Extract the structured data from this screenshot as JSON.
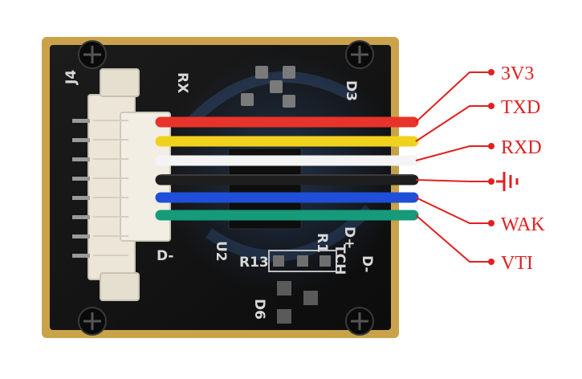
{
  "colors": {
    "board": "#141414",
    "board_edge": "#c9a24a",
    "connector": "#ece6d8",
    "callout": "#e02020",
    "wire_red": "#e8332b",
    "wire_yellow": "#f0d21e",
    "wire_white": "#f4f4f4",
    "wire_black": "#1e1e1e",
    "wire_blue": "#1f4fd8",
    "wire_green": "#159a7a"
  },
  "silkscreen": {
    "rx": "RX",
    "j4": "J4",
    "d3": "D3",
    "u2": "U2",
    "r13": "R13",
    "r1": "R1",
    "tch": "TCH",
    "dplus": "D+",
    "dminus_left": "D-",
    "dminus_right": "D-",
    "d6": "D6"
  },
  "pins": [
    {
      "label": "3V3",
      "wire": "red"
    },
    {
      "label": "TXD",
      "wire": "yellow"
    },
    {
      "label": "RXD",
      "wire": "white"
    },
    {
      "label": "",
      "wire": "black",
      "icon": "ground-icon"
    },
    {
      "label": "WAK",
      "wire": "blue"
    },
    {
      "label": "VTI",
      "wire": "green"
    }
  ]
}
